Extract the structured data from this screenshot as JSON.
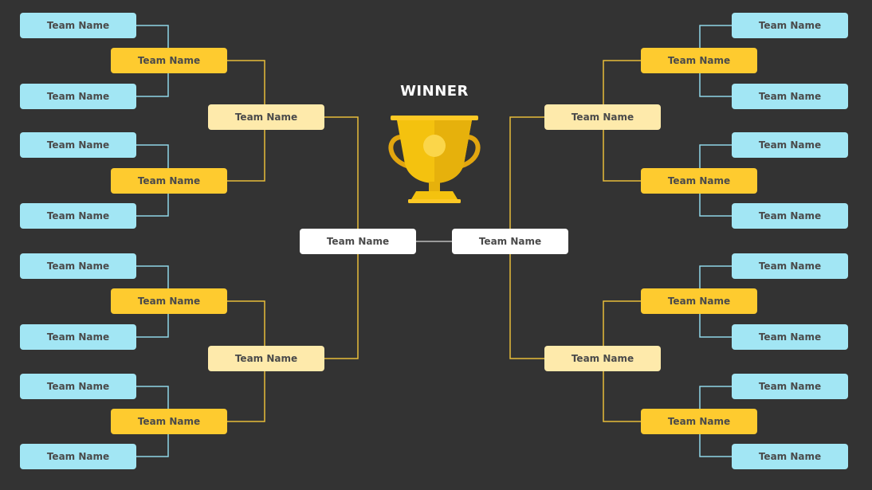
{
  "title": "WINNER",
  "colors": {
    "background": "#333333",
    "round1": "#a2e6f4",
    "round2": "#fecb2f",
    "round3": "#feeaab",
    "final": "#ffffff",
    "line_blue": "#8fd6e8",
    "line_gold": "#e8bd3a"
  },
  "trophy_icon": "trophy-icon",
  "left": {
    "round1": [
      "Team Name",
      "Team Name",
      "Team Name",
      "Team Name",
      "Team Name",
      "Team Name",
      "Team Name",
      "Team Name"
    ],
    "round2": [
      "Team Name",
      "Team Name",
      "Team Name",
      "Team Name"
    ],
    "round3": [
      "Team Name",
      "Team Name"
    ],
    "final": "Team Name"
  },
  "right": {
    "round1": [
      "Team Name",
      "Team Name",
      "Team Name",
      "Team Name",
      "Team Name",
      "Team Name",
      "Team Name",
      "Team Name"
    ],
    "round2": [
      "Team Name",
      "Team Name",
      "Team Name",
      "Team Name"
    ],
    "round3": [
      "Team Name",
      "Team Name"
    ],
    "final": "Team Name"
  }
}
